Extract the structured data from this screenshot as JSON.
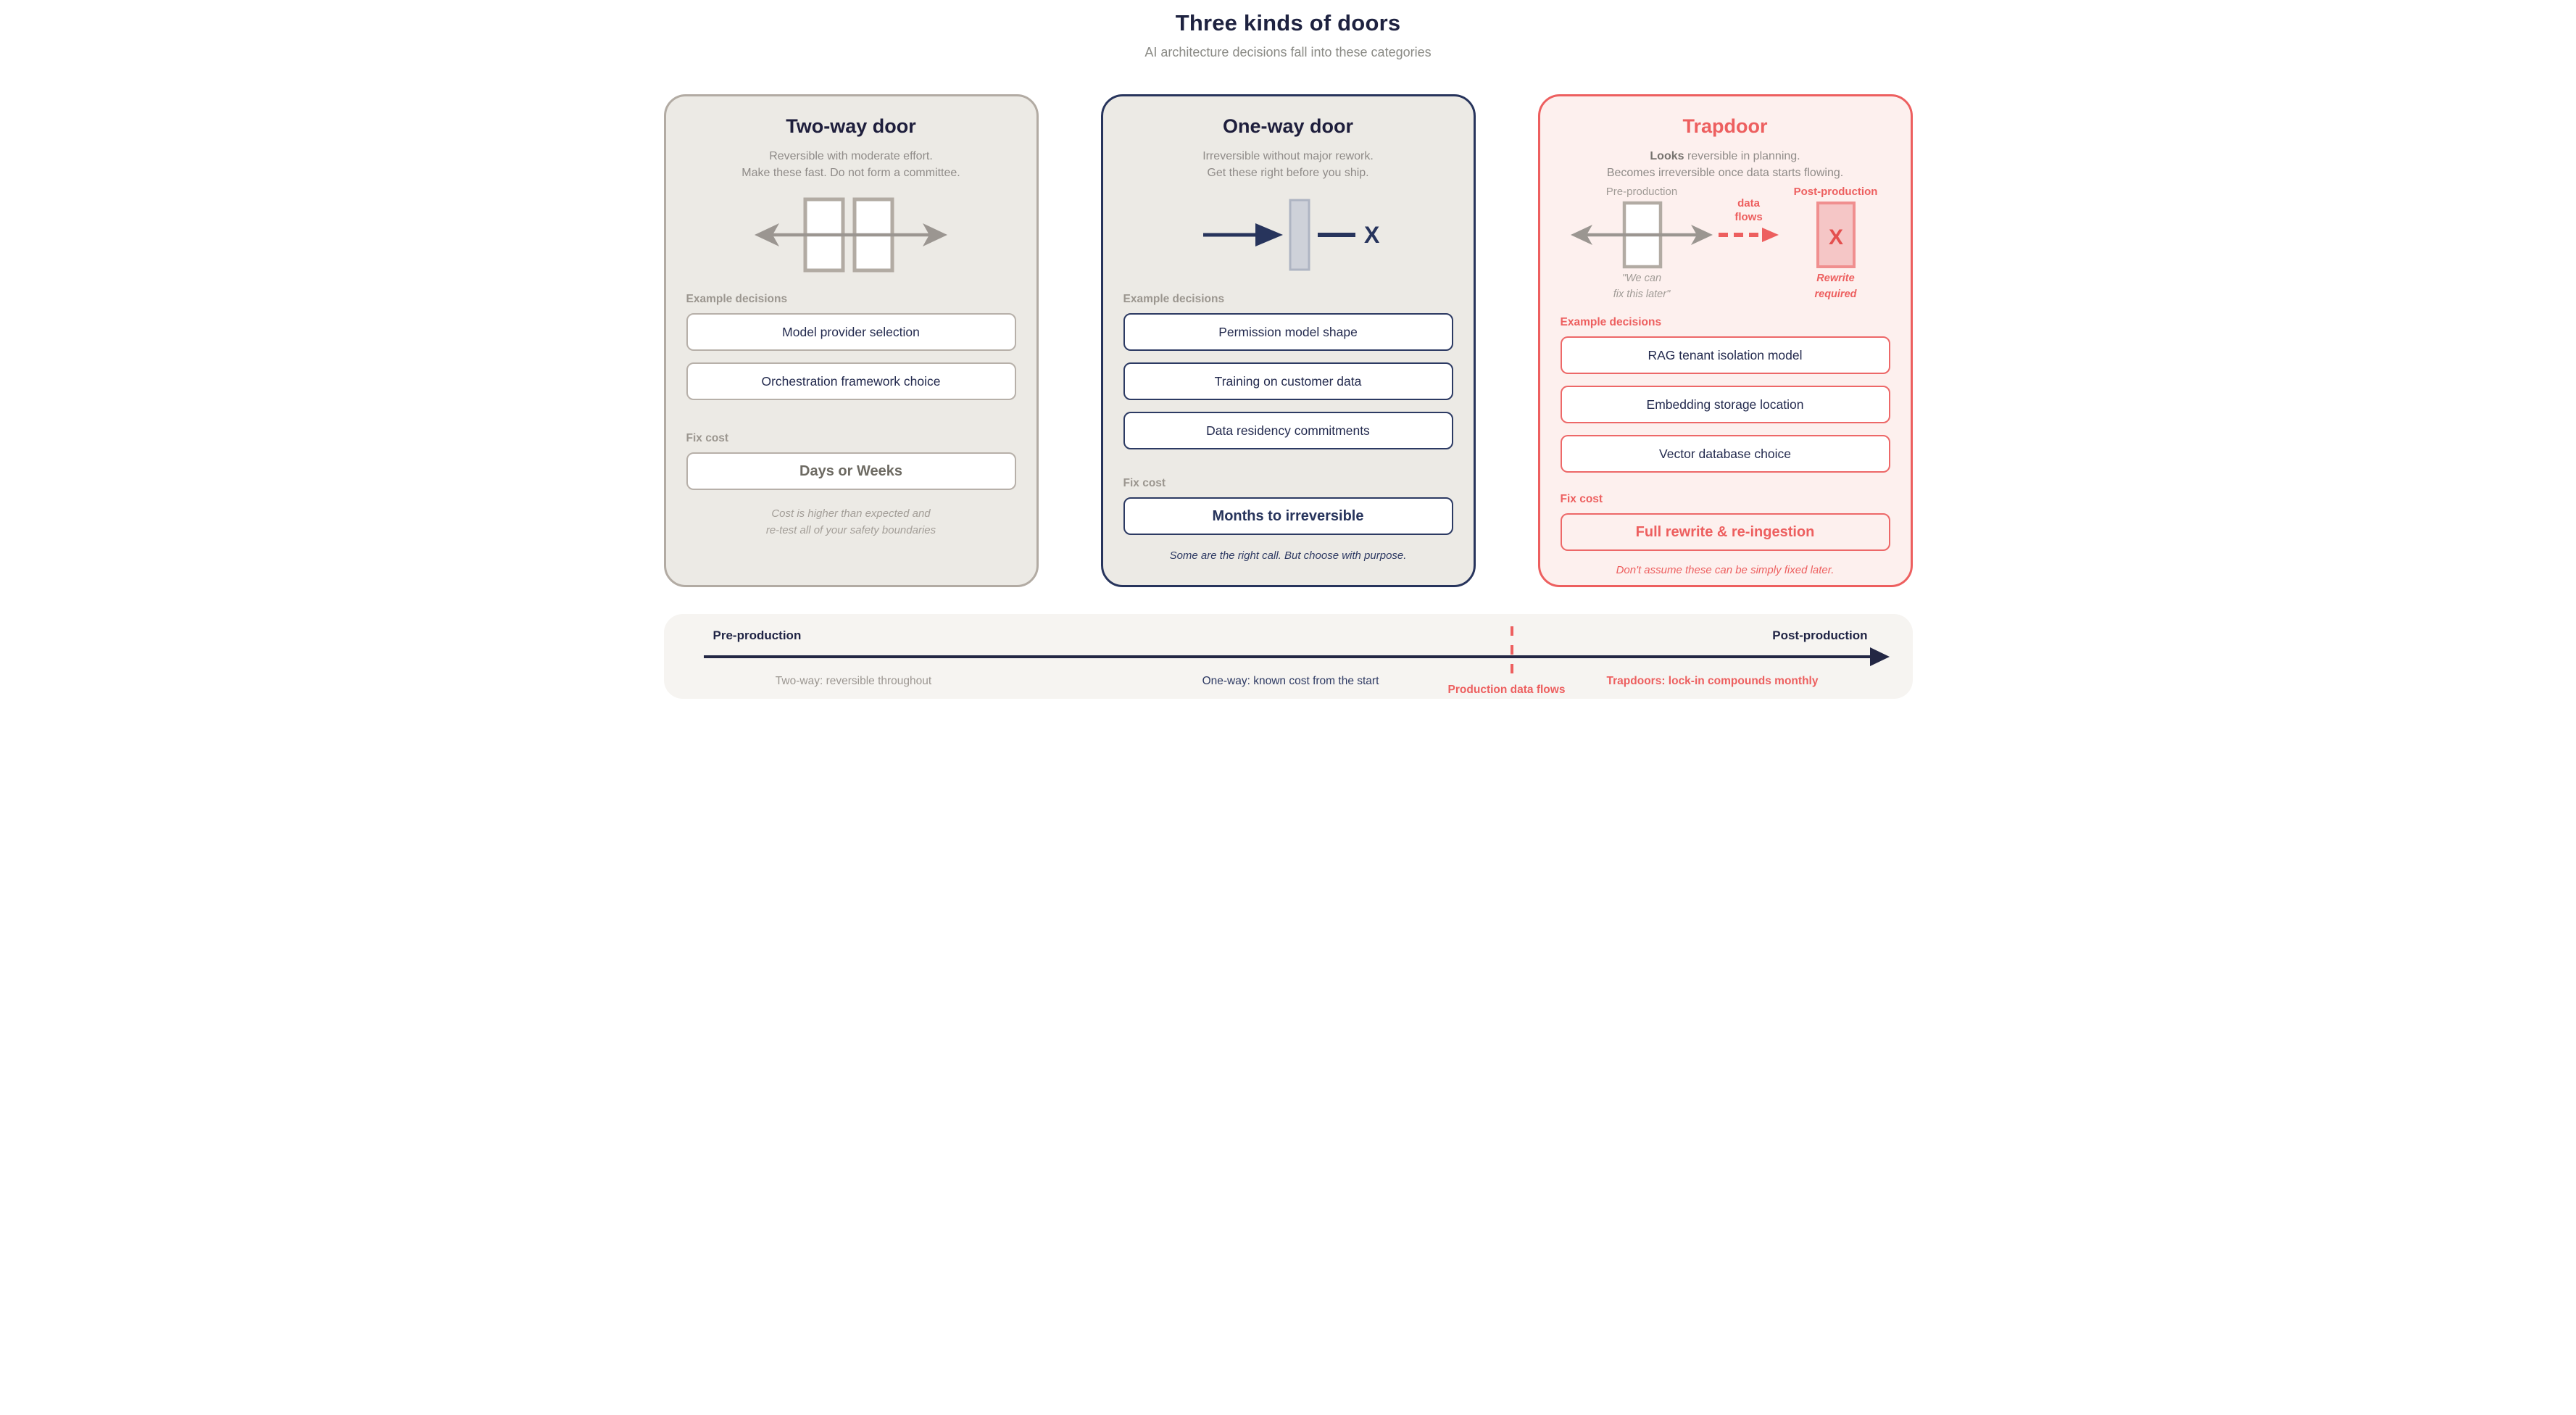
{
  "page": {
    "title": "Three kinds of doors",
    "subtitle": "AI architecture decisions fall into these categories"
  },
  "cards": [
    {
      "title": "Two-way door",
      "desc1": "Reversible with moderate effort.",
      "desc2": "Make these fast. Do not form a committee.",
      "examples_label": "Example decisions",
      "examples": [
        "Model provider selection",
        "Orchestration framework choice"
      ],
      "fix_label": "Fix cost",
      "fix_value": "Days or Weeks",
      "note1": "Cost is higher than expected and",
      "note2": "re-test all of your safety boundaries"
    },
    {
      "title": "One-way door",
      "desc1": "Irreversible without major rework.",
      "desc2": "Get these right before you ship.",
      "icon_x": "X",
      "examples_label": "Example decisions",
      "examples": [
        "Permission model shape",
        "Training on customer data",
        "Data residency commitments"
      ],
      "fix_label": "Fix cost",
      "fix_value": "Months to irreversible",
      "note1": "Some are the right call. But choose with purpose."
    },
    {
      "title": "Trapdoor",
      "desc1_bold": "Looks",
      "desc1_rest": " reversible in planning.",
      "desc2": "Becomes irreversible once data starts flowing.",
      "pre_label": "Pre-production",
      "post_label": "Post-production",
      "flow_line1": "data",
      "flow_line2": "flows",
      "quote1": "\"We can",
      "quote2": "fix this later\"",
      "door_x": "X",
      "rewrite1": "Rewrite",
      "rewrite2": "required",
      "examples_label": "Example decisions",
      "examples": [
        "RAG tenant isolation model",
        "Embedding storage location",
        "Vector database choice"
      ],
      "fix_label": "Fix cost",
      "fix_value": "Full rewrite & re-ingestion",
      "note1": "Don't assume these can be simply fixed later."
    }
  ],
  "timeline": {
    "left_label": "Pre-production",
    "right_label": "Post-production",
    "label_two_way": "Two-way: reversible throughout",
    "label_one_way": "One-way: known cost from the start",
    "label_data_flows": "Production data flows",
    "label_trapdoors": "Trapdoors: lock-in compounds monthly"
  },
  "colors": {
    "navy": "#232744",
    "red": "#ed5f5f",
    "gray_text": "#8f8b88",
    "card_bg": "#eceae5",
    "card_border": "#b2aba3",
    "pink_bg": "#fdf0ee",
    "timeline_bg": "#f6f4f1"
  }
}
